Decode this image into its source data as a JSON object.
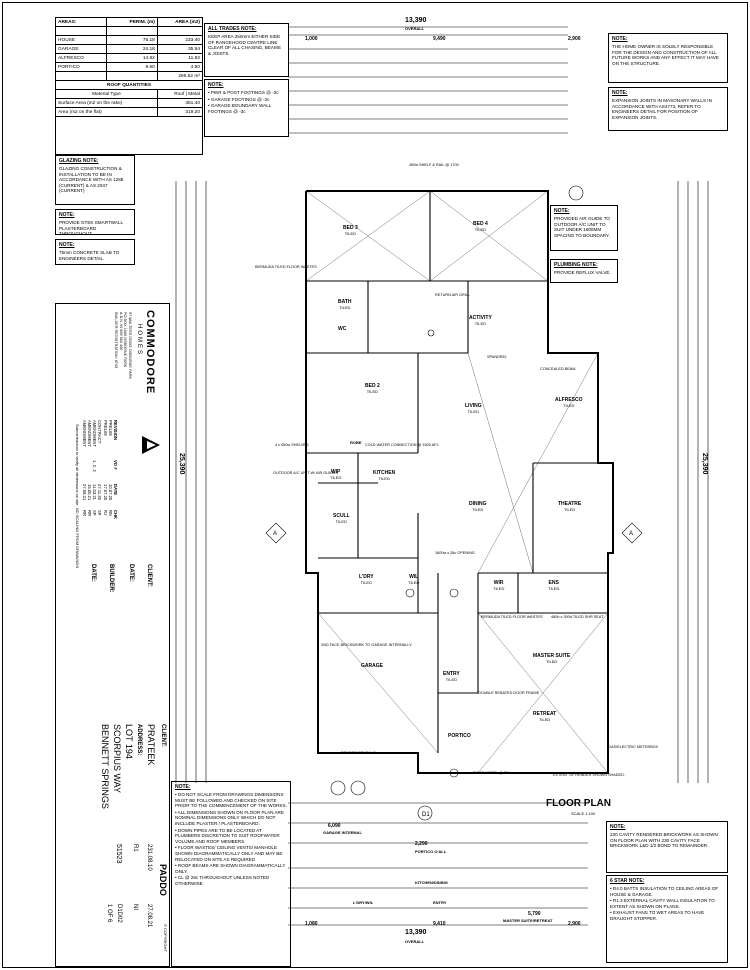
{
  "areas": {
    "title": "AREAS:",
    "col_perim": "PERIM. (m)",
    "col_area": "AREA (m2)",
    "rows": [
      {
        "name": "HOUSE",
        "perim": "75.18",
        "area": "233.40"
      },
      {
        "name": "GARAGE",
        "perim": "24.18",
        "area": "35.94"
      },
      {
        "name": "ALFRESCO",
        "perim": "14.92",
        "area": "11.92"
      },
      {
        "name": "PORTICO",
        "perim": "9.60",
        "area": "4.50"
      }
    ],
    "total": "285.52 m²"
  },
  "roof": {
    "title": "ROOF QUANTITIES",
    "material_type": "Material Type",
    "material_value": "Roof | Metal",
    "surface_label": "Surface Area (m2 on the rake)",
    "surface_value": "351.40",
    "area_label": "Area (m2 on the flat)",
    "area_value": "319.20"
  },
  "glazing": {
    "title": "GLAZING NOTE:",
    "body": "GLAZING CONSTRUCTION & INSTALLATION TO BE IN ACCORDANCE WITH AS 1288 (CURRENT) & AS 2047 (CURRENT)"
  },
  "note_gtek": {
    "title": "NOTE:",
    "body": "PROVIDE GTEK SMARTWALL PLASTERBOARD THROUGHOUT."
  },
  "note_slab": {
    "title": "NOTE:",
    "body": "75mm CONCRETE SLAB TO ENGINEERS DETAIL."
  },
  "all_trades": {
    "title": "ALL TRADES NOTE:",
    "body": "KEEP AREA 250mm EITHER SIDE OF RANGEHOOD CENTRE LINE CLEAR OF ALL CHASING, BEAMS & JOISTS."
  },
  "footings": {
    "title": "NOTE:",
    "items": [
      "PIER & POST FOOTINGS @ -3c",
      "GARAGE FOOTINGS @ -3c",
      "GARAGE BOUNDARY WALL FOOTINGS @ -3c"
    ]
  },
  "home_owner": {
    "title": "NOTE:",
    "body": "THE HOME OWNER IS SOLELY RESPONSIBLE FOR THE DESIGN AND CONSTRUCTION OF ALL FUTURE WORKS AND ANY EFFECT IT MAY HAVE ON THE STRUCTURE."
  },
  "expansion": {
    "title": "NOTE:",
    "body": "EXPANSION JOINTS IN MASONARY WALLS IN ACCORDANCE WITH AS4773, REFER TO ENGINEERS DETAIL FOR POSITION OF EXPANSION JOINTS."
  },
  "air_guide": {
    "title": "NOTE:",
    "body": "PROVIDED AIR GUIDE TO OUTDOOR A/C UNIT TO SUIT UNDER 1600MM SPACING TO BOUNDARY."
  },
  "plumbing": {
    "title": "PLUMBING NOTE:",
    "body": "PROVIDE REFLUX VALVE."
  },
  "bottom_notes": {
    "title": "NOTE:",
    "items": [
      "DO NOT SCALE FROM DRAWINGS DIMENSIONS MUST BE FOLLOWED AND CHECKED ON SITE PRIOR TO THE COMMENCEMENT OF THE WORKS.",
      "ALL DIMENSIONS SHOWN ON FLOOR PLAN ARE NOMINAL DIMENSIONS ONLY WHICH DO NOT INCLUDE PLASTER / PLASTERBOARD.",
      "DOWN PIPES ARE TO BE LOCATED AT PLUMBERS DISCRETION TO SUIT ROOFWATER VOLUME AND ROOF MEMBERS.",
      "FLOOR WASTES/ CEILING VENTS/ MANHOLE SHOWN DIAGRAMMATICALLY ONLY AND MAY BE RELOCATED ON SITE AS REQUIRED",
      "ROOF BEAMS ARE SHOWN DIAGRAMMATICALLY ONLY.",
      "CL @ 28c THROUGHOUT UNLESS NOTED OTHERWISE."
    ]
  },
  "cavity": {
    "title": "NOTE:",
    "body": "230 CAVITY RENDERED BRICKWORK AS SHOWN ON FLOOR PLAN WITH 230 CAVITY FACE BRICKWORK L&D 1/2 BOND TO REMAINDER."
  },
  "star": {
    "title": "6 STAR NOTE:",
    "items": [
      "R4.0 BATTS INSULATION TO CEILING AREAS OF HOUSE & GARAGE.",
      "R1.3 EXTERNAL CAVITY WALL INSULATION TO EXTENT AS SHOWN ON PLANS.",
      "EXHAUST FANS TO WET AREAS TO HAVE DRAUGHT STOPPER."
    ]
  },
  "plan": {
    "title": "FLOOR PLAN",
    "scale": "SCALE 1:100",
    "overall_top": "13,390",
    "overall_word": "OVERALL",
    "overall_side": "25,390",
    "rooms": {
      "bed3": "BED 3",
      "bed4": "BED 4",
      "bath": "BATH",
      "wc": "WC",
      "activity": "ACTIVITY",
      "bed2": "BED 2",
      "living": "LIVING",
      "alfresco": "ALFRESCO",
      "kitchen": "KITCHEN",
      "wip": "WIP",
      "scull": "SCULL",
      "dining": "DINING",
      "theatre": "THEATRE",
      "ldry": "L'DRY",
      "wil": "WIL",
      "wir": "WIR",
      "ens": "ENS",
      "garage": "GARAGE",
      "entry": "ENTRY",
      "master": "MASTER SUITE",
      "retreat": "RETREAT",
      "portico": "PORTICO",
      "robe": "ROBE"
    },
    "tiled": "TILED",
    "top_dims": [
      "1,000",
      "9,490",
      "2,900"
    ],
    "bottom_dims": [
      "1,080",
      "9,410",
      "2,900"
    ],
    "bottom_rows": [
      "6,090",
      "GARAGE INTERNAL",
      "2,290",
      "PORTICO O'ALL",
      "KITCHEN/DINING",
      "L'DRY/WIL",
      "ENTRY",
      "5,790",
      "MASTER SUITE/RETREAT"
    ],
    "annotations": [
      "450w SHELF & RAIL @ 1700",
      "BERMUDA TILED FLOOR WASTES",
      "RETURN AIR GRILL",
      "CONCEALED BEAM",
      "SPANDREL",
      "COLD WATER CONNECTION @ 1600 AFL",
      "2ND FACE BRICKWORK TO GARAGE INTERNALLY.",
      "DOUBLE REBATED DOOR FRAME",
      "EXTENT OF RENDER SHOWN SHADED.",
      "GAS/ELECTRIC METERBOX",
      "RENDER REVEALS",
      "T-BAR LINTEL @ 28c",
      "1800w x 28c OPENING",
      "4 x 450w SHELVES",
      "OUTDOOR A/C UNIT W/ AIR GUIDES",
      "BERMUDA TILED FLOOR WASTES",
      "480h x 300d TILED SHR SEAT"
    ]
  },
  "title_block": {
    "brand": "COMMODORE",
    "brand_sub": "HOMES",
    "company_lines": [
      "97 WALTERS DRIVE OSBORNE PARK",
      "PO BOX 1660 OSBORNE PARK",
      "A.B.N. 94 859 563 460",
      "BUILDER REGISTRATION: 8743"
    ],
    "client_label": "CLIENT:",
    "client": "PRATEEK",
    "address_label": "ADDRESS:",
    "address_lines": [
      "LOT 194",
      "SCORPIUS WAY",
      "BENNETT SPRINGS"
    ],
    "model": "PADDO",
    "job_label": "JOB No.",
    "job": "51523",
    "date_label": "DATE",
    "date": "27.08.21",
    "drawn_label": "DRAWN",
    "drawn": "NI",
    "rev_label": "REV",
    "rev": "R1",
    "sheet_label": "SHEET",
    "sheet": "1 OF 6",
    "code": "D1D02",
    "code2": "231.08.10",
    "revision_header": [
      "REVISION",
      "VO #",
      "DATE",
      "CHK"
    ],
    "revisions": [
      [
        "PRELIM",
        "",
        "10.07.20",
        "RN"
      ],
      [
        "PRELIM",
        "",
        "17.07.20",
        "RJ"
      ],
      [
        "CONTRACT",
        "",
        "27.11.20",
        "SP"
      ],
      [
        "AMENDMENT",
        "1, 2, 3",
        "11.03.21",
        "SP"
      ],
      [
        "AMENDMENT",
        "",
        "15.06.21",
        "RR"
      ],
      [
        "AMENDMENT",
        "",
        "27.08.21",
        "RR"
      ]
    ],
    "client_sign": "CLIENT:",
    "builder_sign": "BUILDER:",
    "date_sign1": "DATE:",
    "date_sign2": "DATE:",
    "confirm": "Subcontractors to verify all dimensions on site. NO SCALING FROM DRAWINGS",
    "copyright": "© COPYRIGHT"
  }
}
